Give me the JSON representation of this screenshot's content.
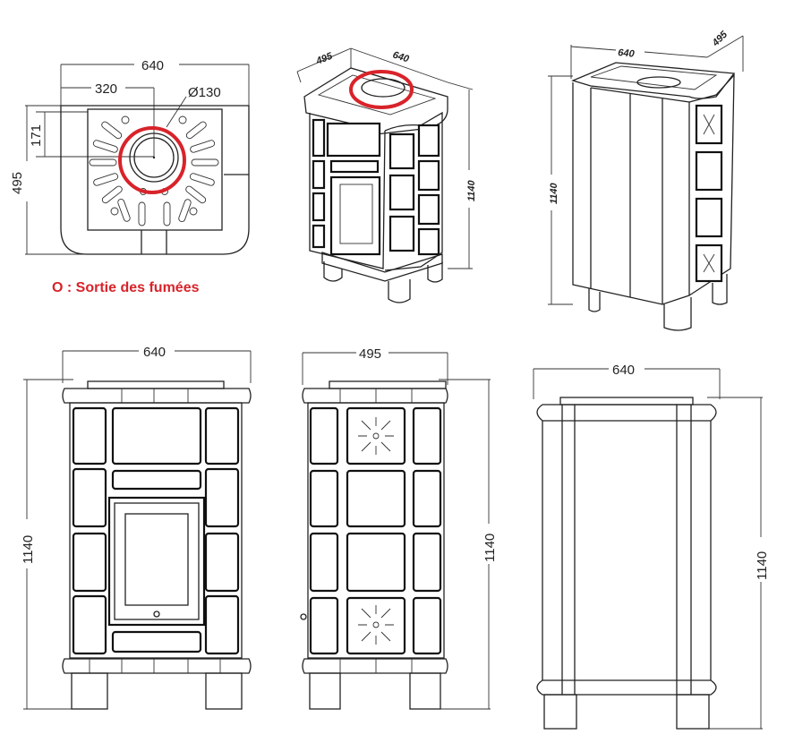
{
  "legend": {
    "text": "O : Sortie des fumées",
    "color": "#d8232a"
  },
  "dimensions": {
    "width": "640",
    "depth": "495",
    "height": "1140",
    "offset_x": "320",
    "offset_y": "171",
    "flue_diameter": "Ø130"
  },
  "highlight_color": "#d8232a",
  "views": [
    "top-view",
    "iso-front-view",
    "iso-side-view",
    "front-view",
    "side-view",
    "rear-view"
  ]
}
